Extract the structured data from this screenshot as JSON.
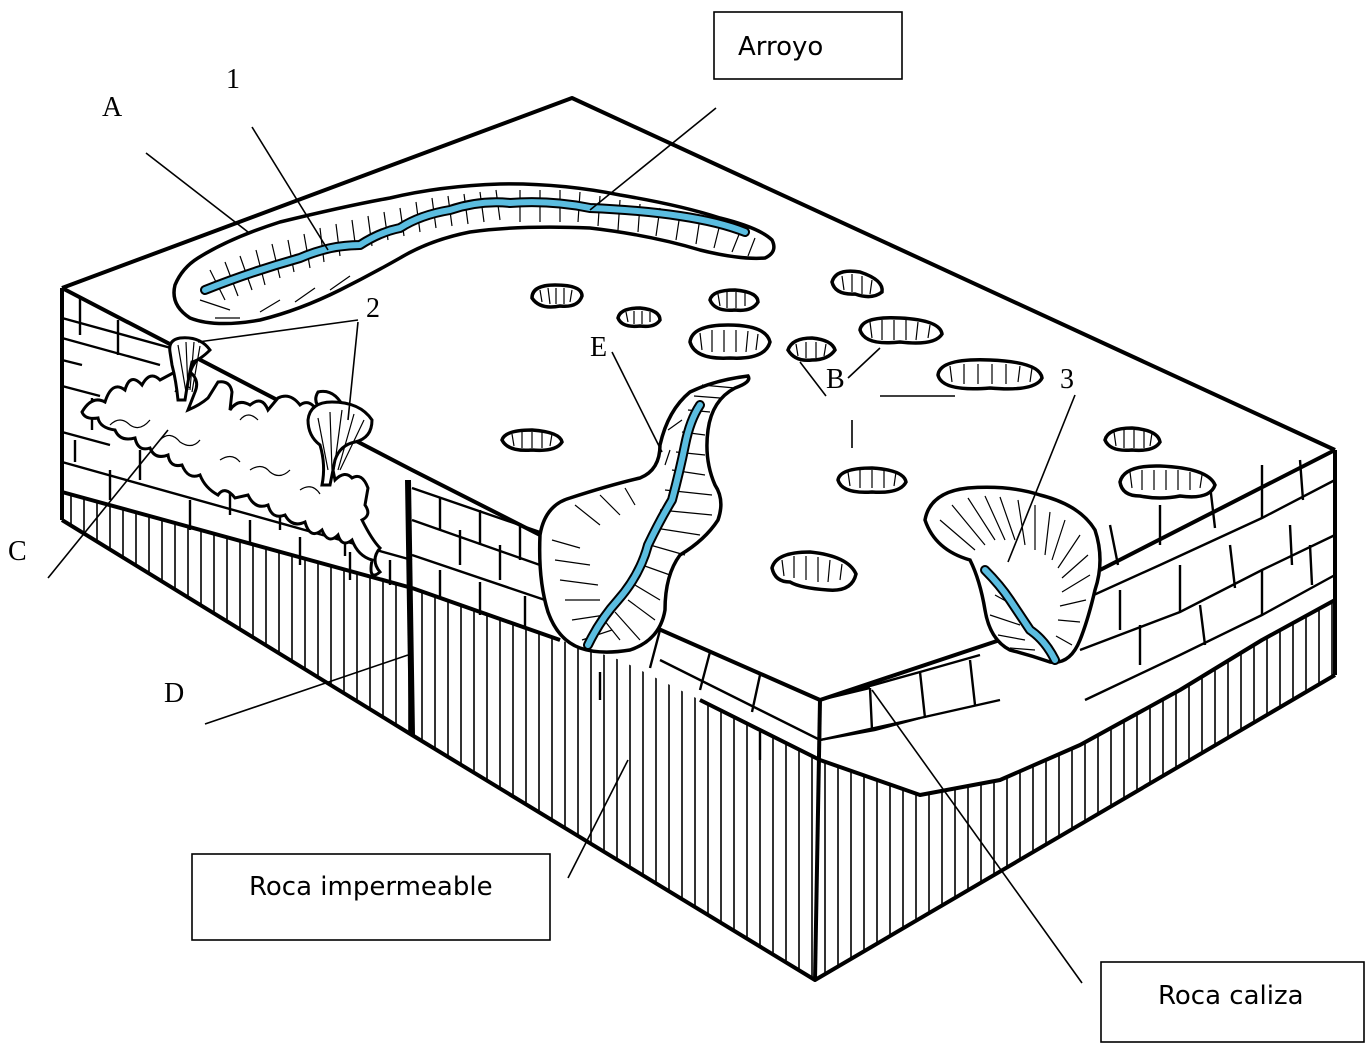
{
  "diagram": {
    "letters": {
      "A": "A",
      "B": "B",
      "C": "C",
      "D": "D",
      "E": "E"
    },
    "numbers": {
      "n1": "1",
      "n2": "2",
      "n3": "3"
    },
    "boxes": {
      "arroyo": "Arroyo",
      "roca_impermeable": "Roca impermeable",
      "roca_caliza": "Roca caliza"
    },
    "colors": {
      "water": "#5bbde0",
      "ink": "#000000"
    }
  }
}
